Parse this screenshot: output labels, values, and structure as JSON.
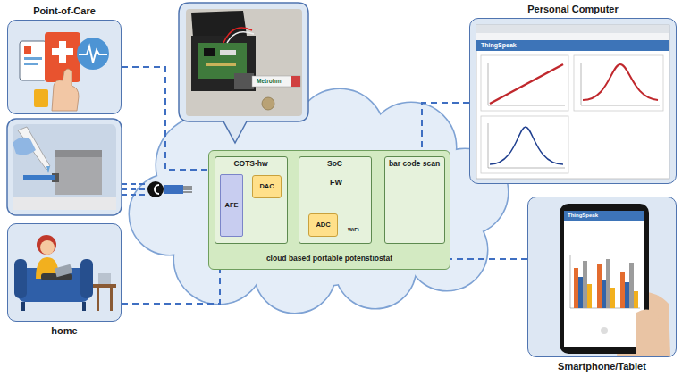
{
  "diagram": {
    "nodes": [
      {
        "text": [
          "Point-of-Care"
        ]
      },
      {
        "text": [
          "Personal Computer"
        ]
      },
      {
        "text": [
          "cloud based portable potenstiostat"
        ]
      },
      {
        "text": [
          "COTS-hw"
        ],
        "in": 2
      },
      {
        "text": [
          "AFE"
        ],
        "in": 3
      },
      {
        "text": [
          "DAC"
        ],
        "in": 3
      },
      {
        "text": [
          "SoC"
        ],
        "in": 2
      },
      {
        "text": [
          "ADC"
        ],
        "in": 6
      },
      {
        "text": [
          "bar code scan"
        ],
        "in": 2
      },
      {
        "text": [
          "home"
        ]
      },
      {
        "text": [
          "Smartphone/Tablet"
        ]
      }
    ],
    "edges": [
      {
        "from": 0,
        "to": 2,
        "arrow": "none"
      },
      {
        "from": 1,
        "to": 2,
        "arrow": "none"
      },
      {
        "from": 9,
        "to": 2,
        "arrow": "none"
      },
      {
        "from": 10,
        "to": 2,
        "arrow": "none"
      },
      {
        "from": 8,
        "to": 6,
        "arrow": "to"
      },
      {
        "from": 6,
        "to": 5,
        "arrow": "to"
      },
      {
        "from": 4,
        "to": 7,
        "arrow": "to"
      }
    ],
    "labels": [
      "FW",
      "WiFi",
      "Metrohm",
      "ThingSpeak",
      "ThingSpeak"
    ]
  }
}
